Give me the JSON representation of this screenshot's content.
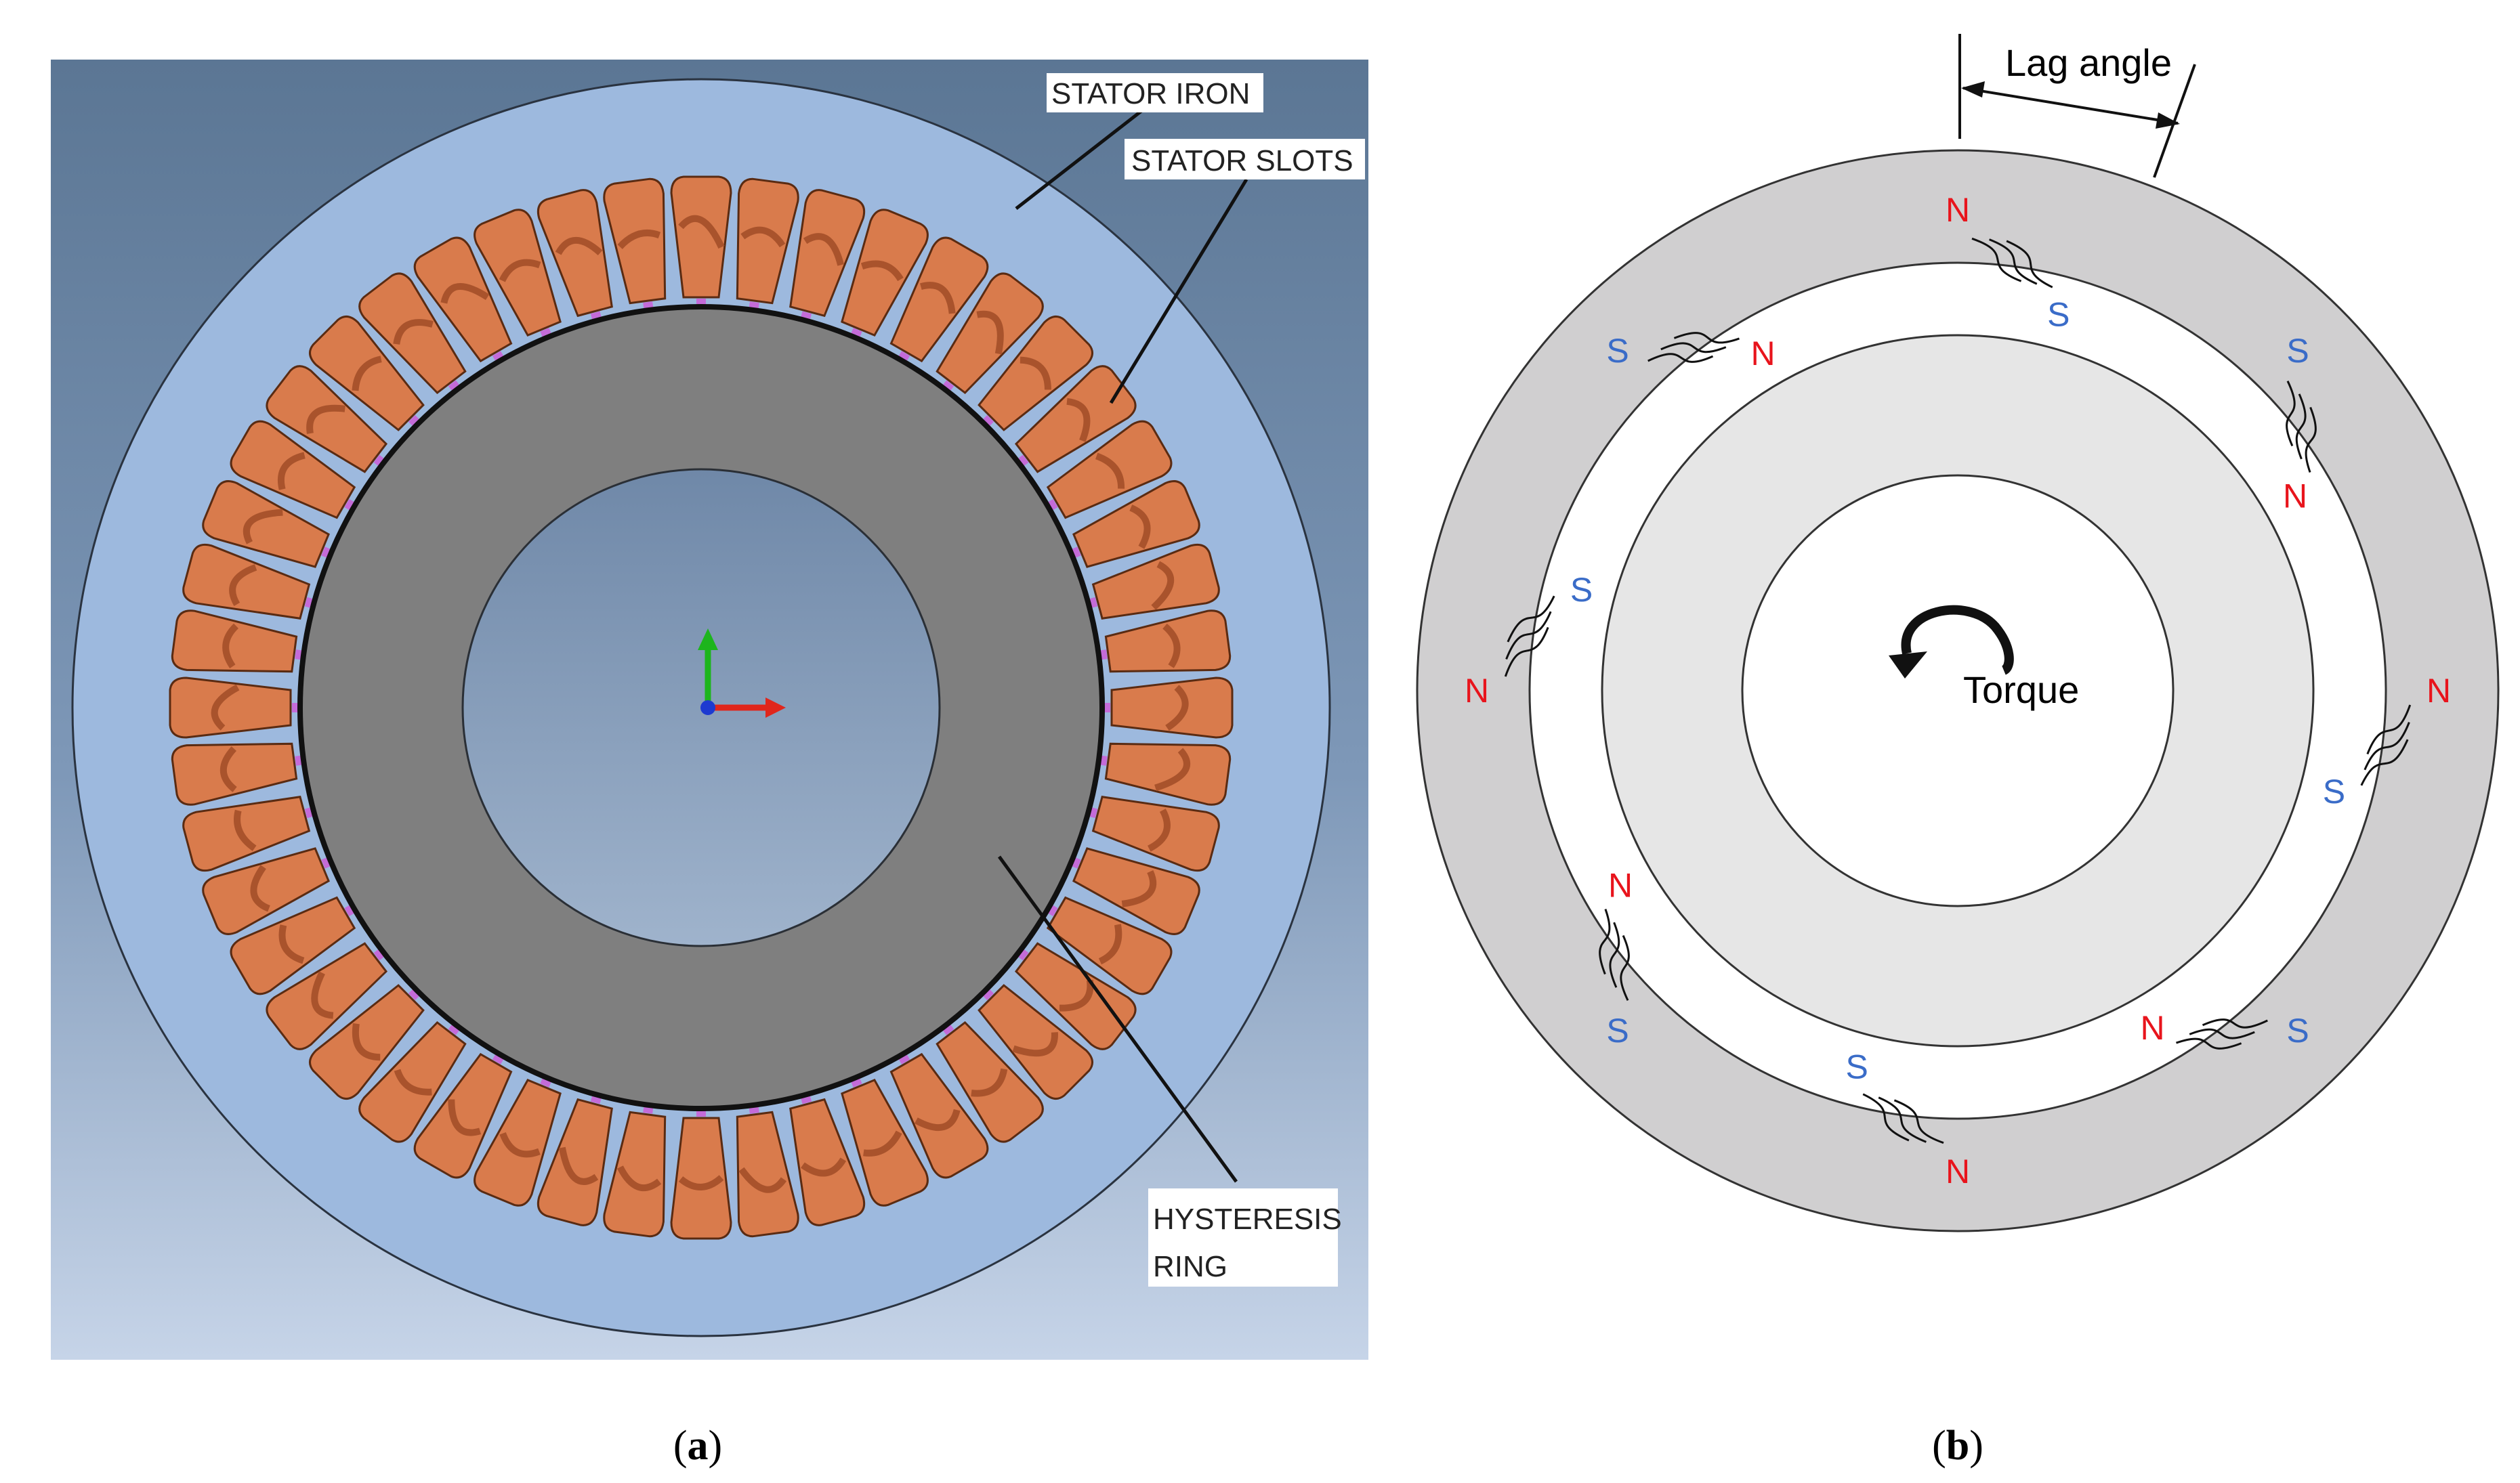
{
  "panel_a": {
    "label_stator_iron": "STATOR IRON",
    "label_stator_slots": "STATOR SLOTS",
    "label_hysteresis_line1": "HYSTERESIS",
    "label_hysteresis_line2": "RING",
    "caption_open": "(",
    "caption_letter": "a",
    "caption_close": ")",
    "slot_count": 48,
    "colors": {
      "background_top": "#5b7694",
      "background_bottom": "#c6d4e8",
      "stator_iron": "#9db9de",
      "slot": "#d97b4c",
      "hysteresis_ring": "#7f7f7f",
      "tooth_tip": "#c46bd8",
      "axis_x": "#e0261c",
      "axis_y": "#1db51d",
      "axis_z": "#1d3ad0"
    }
  },
  "panel_b": {
    "label_lag_angle": "Lag angle",
    "label_torque": "Torque",
    "caption_open": "(",
    "caption_letter": "b",
    "caption_close": ")",
    "stator_poles": [
      {
        "text": "N",
        "color": "#e8141c"
      },
      {
        "text": "S",
        "color": "#3a6cc8"
      },
      {
        "text": "N",
        "color": "#e8141c"
      },
      {
        "text": "S",
        "color": "#3a6cc8"
      },
      {
        "text": "N",
        "color": "#e8141c"
      },
      {
        "text": "S",
        "color": "#3a6cc8"
      },
      {
        "text": "N",
        "color": "#e8141c"
      },
      {
        "text": "S",
        "color": "#3a6cc8"
      }
    ],
    "rotor_poles": [
      {
        "text": "S",
        "color": "#3a6cc8"
      },
      {
        "text": "N",
        "color": "#e8141c"
      },
      {
        "text": "S",
        "color": "#3a6cc8"
      },
      {
        "text": "N",
        "color": "#e8141c"
      },
      {
        "text": "S",
        "color": "#3a6cc8"
      },
      {
        "text": "N",
        "color": "#e8141c"
      },
      {
        "text": "S",
        "color": "#3a6cc8"
      },
      {
        "text": "N",
        "color": "#e8141c"
      }
    ],
    "colors": {
      "stator_ring": "#d0cfd0",
      "rotor_ring": "#e6e6e6",
      "outline": "#333333"
    }
  }
}
